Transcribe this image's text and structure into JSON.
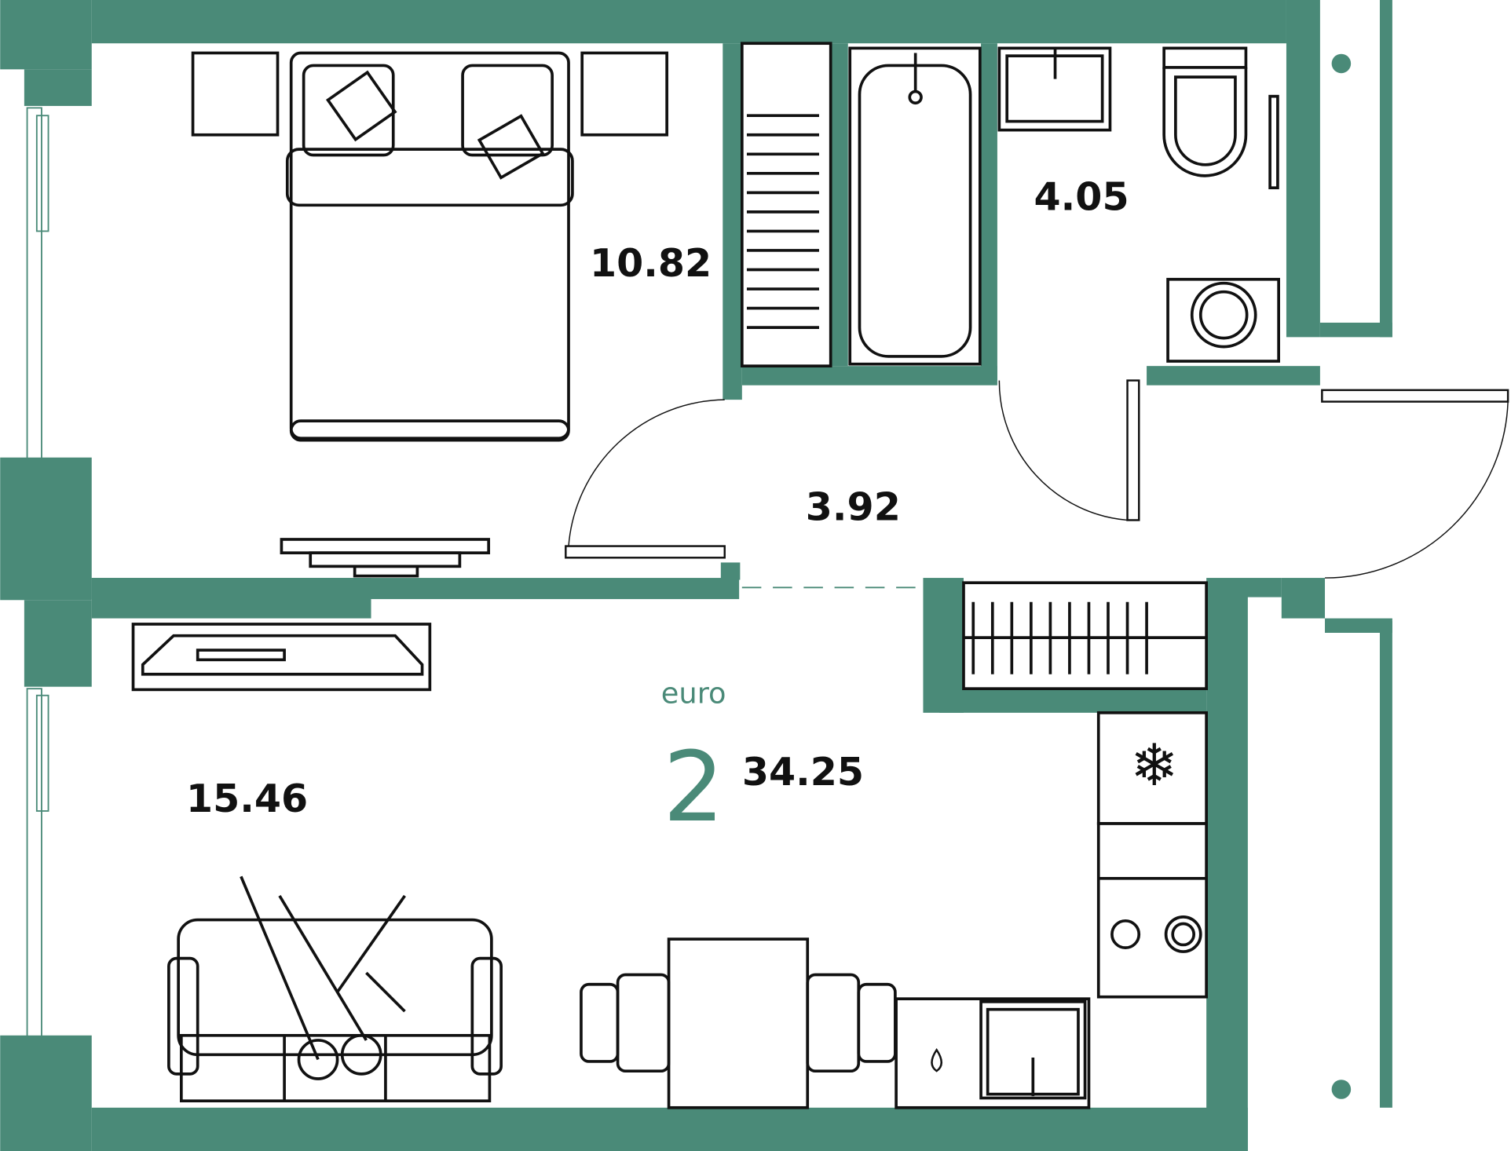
{
  "plan": {
    "type_label": "euro",
    "rooms_count": "2",
    "total_area": "34.25",
    "accent_color": "#4a8a78"
  },
  "rooms": {
    "bedroom_area": "10.82",
    "bathroom_area": "4.05",
    "hallway_area": "3.92",
    "living_kitchen_area": "15.46"
  }
}
